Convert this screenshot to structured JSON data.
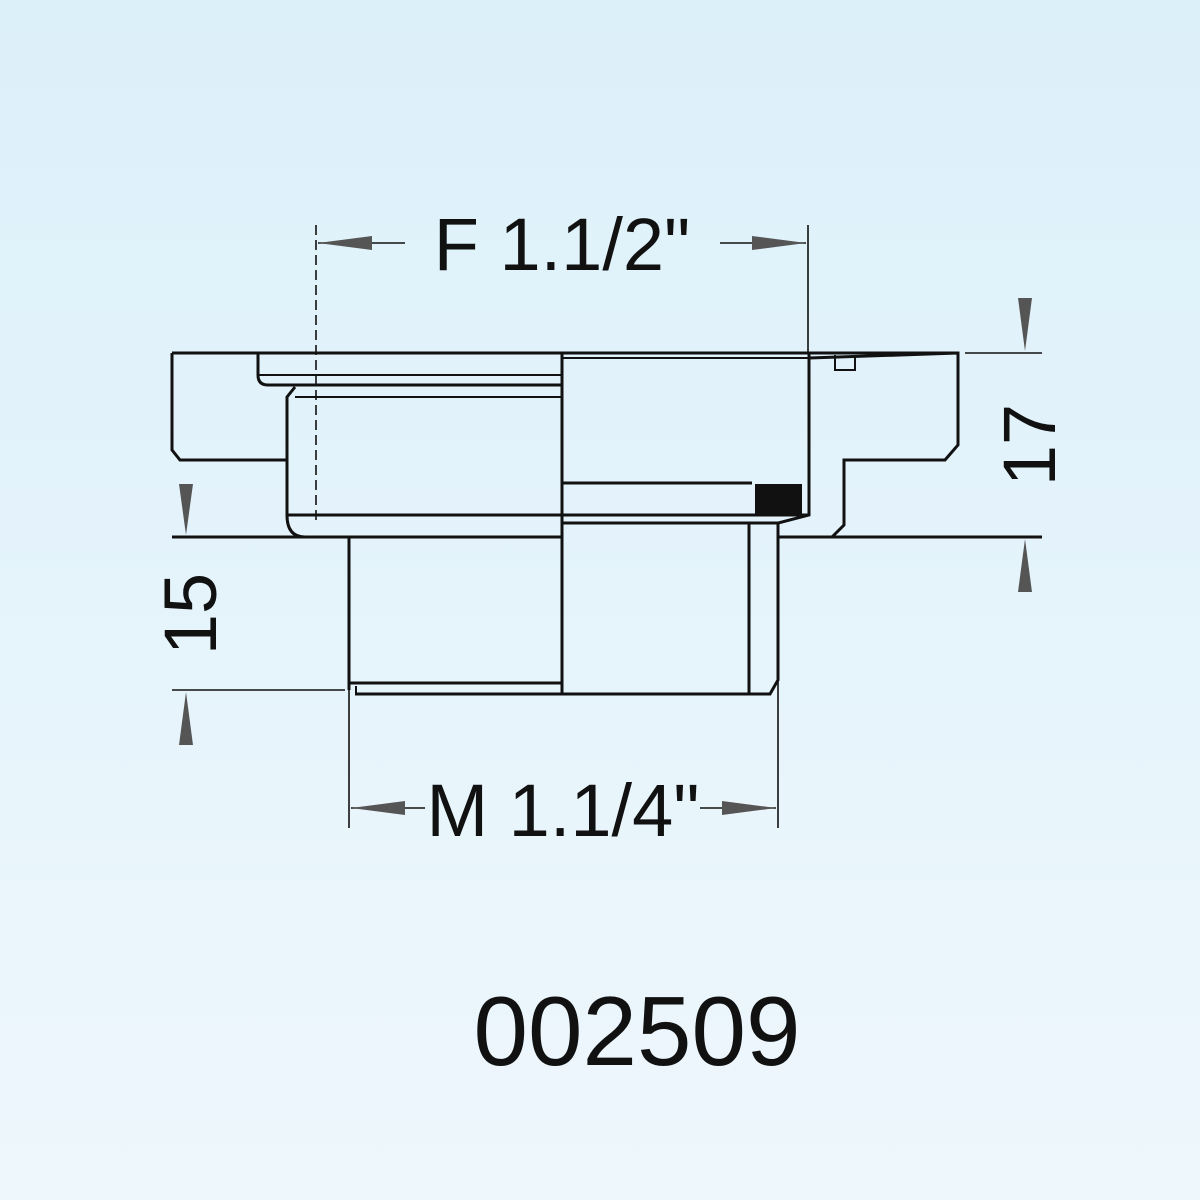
{
  "dimensions": {
    "female_thread": "F 1.1/2\"",
    "male_thread": "M 1.1/4\"",
    "male_length": "15",
    "total_height": "17"
  },
  "part_number": "002509",
  "colors": {
    "line": "#111111",
    "background": "#e3f2fa",
    "arrow": "#555555"
  }
}
